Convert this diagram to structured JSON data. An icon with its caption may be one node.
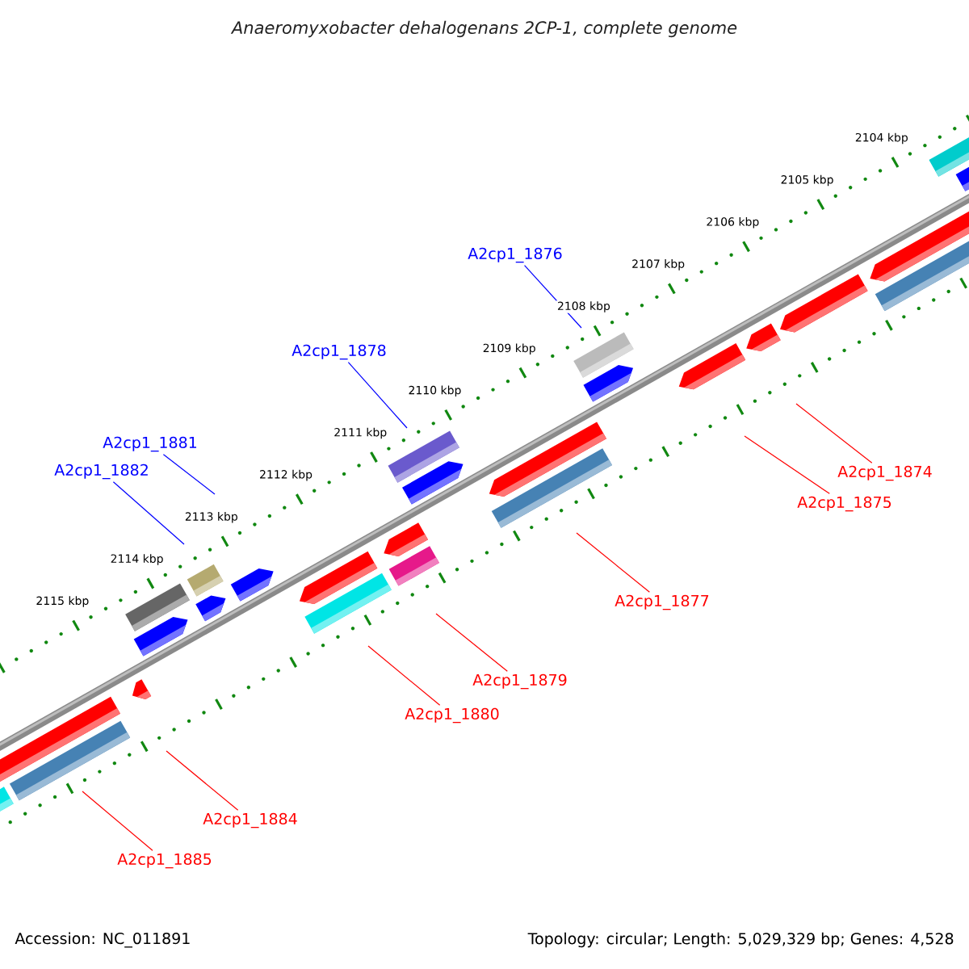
{
  "diagram": {
    "title": "Anaeromyxobacter dehalogenans 2CP-1, complete genome",
    "nodes": [
      {
        "text": [
          "A2cp1_1876"
        ]
      },
      {
        "text": [
          "A2cp1_1878"
        ]
      },
      {
        "text": [
          "A2cp1_1881"
        ]
      },
      {
        "text": [
          "A2cp1_1874"
        ]
      },
      {
        "text": [
          "A2cp1_1882"
        ]
      },
      {
        "text": [
          "A2cp1_1875"
        ]
      },
      {
        "text": [
          "A2cp1_1877"
        ]
      },
      {
        "text": [
          "A2cp1_1879"
        ]
      },
      {
        "text": [
          "A2cp1_1880"
        ]
      },
      {
        "text": [
          "A2cp1_1884"
        ]
      },
      {
        "text": [
          "A2cp1_1885"
        ]
      }
    ],
    "edges": [
      {
        "from": 0,
        "to": null,
        "arrow": "none",
        "color": "#0000ff"
      },
      {
        "from": 1,
        "to": null,
        "arrow": "none",
        "color": "#0000ff"
      },
      {
        "from": 2,
        "to": null,
        "arrow": "none",
        "color": "#0000ff"
      },
      {
        "from": 3,
        "to": null,
        "arrow": "none"
      },
      {
        "from": 4,
        "to": null,
        "arrow": "none",
        "color": "#0000ff"
      },
      {
        "from": 5,
        "to": null,
        "arrow": "none"
      },
      {
        "from": 6,
        "to": null,
        "arrow": "none"
      },
      {
        "from": 7,
        "to": null,
        "arrow": "none"
      },
      {
        "from": 8,
        "to": null,
        "arrow": "none"
      },
      {
        "from": 9,
        "to": null,
        "arrow": "none"
      },
      {
        "from": 10,
        "to": null,
        "arrow": "none"
      }
    ],
    "labels": [
      "2104 kbp",
      "2105 kbp",
      "2106 kbp",
      "2107 kbp",
      "2108 kbp",
      "2109 kbp",
      "2110 kbp",
      "2111 kbp",
      "2112 kbp",
      "2113 kbp",
      "2114 kbp",
      "2115 kbp",
      "Accession: NC_011891",
      "Topology: circular; Length: 5,029,329 bp; Genes: 4,528"
    ]
  }
}
